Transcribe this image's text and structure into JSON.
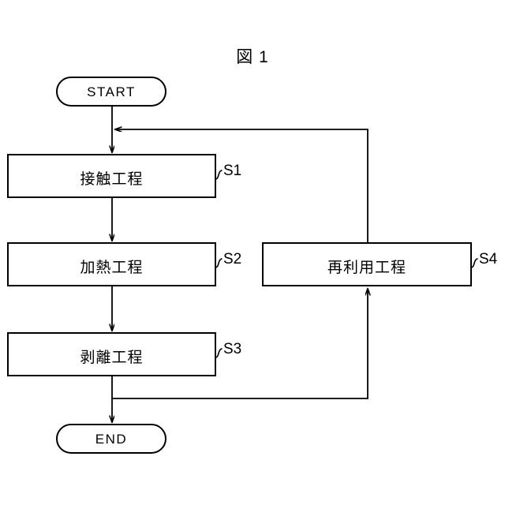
{
  "figure": {
    "title": "図 1",
    "type": "flowchart",
    "language": "ja"
  },
  "nodes": {
    "start": {
      "label": "START",
      "shape": "terminator"
    },
    "s1": {
      "label": "接触工程",
      "shape": "process",
      "tag": "S1"
    },
    "s2": {
      "label": "加熱工程",
      "shape": "process",
      "tag": "S2"
    },
    "s3": {
      "label": "剥離工程",
      "shape": "process",
      "tag": "S3"
    },
    "s4": {
      "label": "再利用工程",
      "shape": "process",
      "tag": "S4"
    },
    "end": {
      "label": "END",
      "shape": "terminator"
    }
  },
  "style": {
    "line_color": "#000000",
    "fill_color": "#ffffff",
    "background": "#ffffff"
  }
}
